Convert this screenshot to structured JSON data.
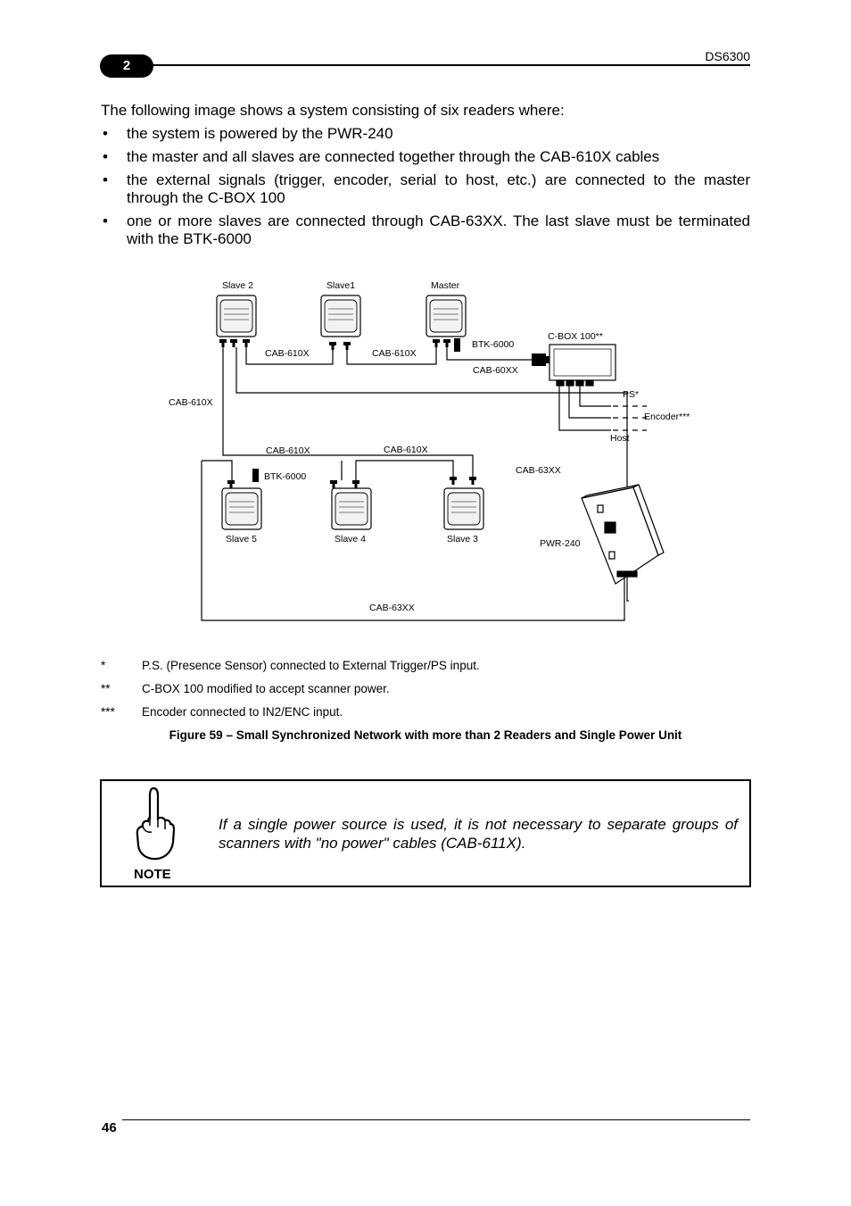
{
  "header": {
    "chapter": "2",
    "doc_code": "DS6300"
  },
  "intro": "The following image shows a system consisting of six readers where:",
  "bullets": [
    "the system is powered by the PWR-240",
    "the master and all slaves are connected together through the CAB-610X cables",
    "the external signals (trigger, encoder, serial to host, etc.) are connected to the master through the C-BOX 100",
    "one or more slaves are connected through CAB-63XX. The last slave must be terminated with the BTK-6000"
  ],
  "diagram": {
    "readers": {
      "slave2": "Slave 2",
      "slave1": "Slave1",
      "master": "Master",
      "slave5": "Slave 5",
      "slave4": "Slave 4",
      "slave3": "Slave 3"
    },
    "labels": {
      "cab610x_a": "CAB-610X",
      "cab610x_b": "CAB-610X",
      "cab610x_left": "CAB-610X",
      "cab610x_c": "CAB-610X",
      "cab610x_d": "CAB-610X",
      "btk_top": "BTK-6000",
      "btk_bottom": "BTK-6000",
      "cab60xx": "CAB-60XX",
      "cbox": "C-BOX 100**",
      "ps": "PS*",
      "encoder": "Encoder***",
      "host": "Host",
      "cab63xx_right": "CAB-63XX",
      "pwr240": "PWR-240",
      "cab63xx_bottom": "CAB-63XX"
    }
  },
  "notes": [
    {
      "mark": "*",
      "text": "P.S. (Presence Sensor) connected to External Trigger/PS input."
    },
    {
      "mark": "**",
      "text": "C-BOX 100 modified to accept scanner power."
    },
    {
      "mark": "***",
      "text": "Encoder connected to IN2/ENC input."
    }
  ],
  "caption": "Figure 59 – Small Synchronized Network with more than 2 Readers and Single Power Unit",
  "note_box": {
    "label": "NOTE",
    "text": "If a single power source is used, it is not necessary to separate groups of scanners with \"no power\" cables (CAB-611X)."
  },
  "footer": {
    "page_number": "46"
  }
}
